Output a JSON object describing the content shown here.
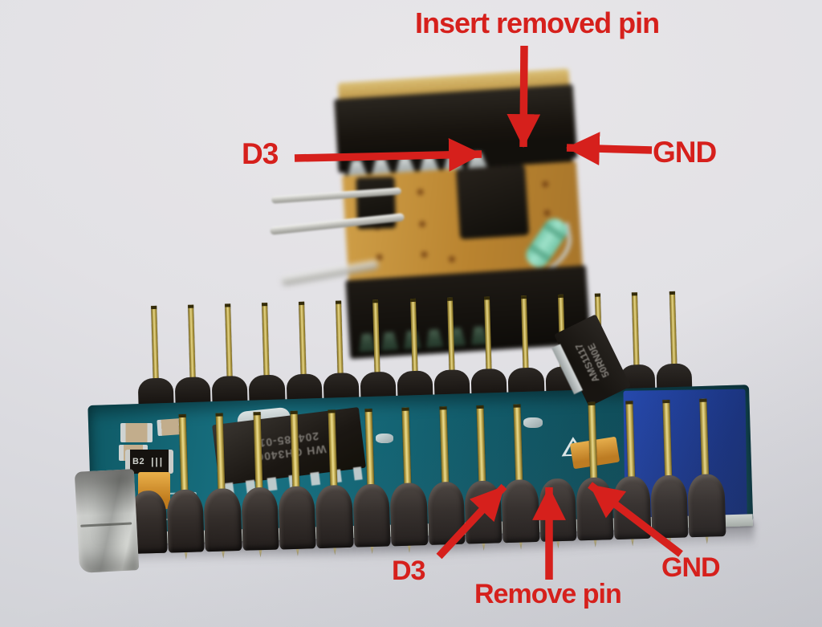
{
  "annotations": {
    "color": "#d6201c",
    "insert_removed_pin": "Insert removed pin",
    "d3_top": "D3",
    "gnd_top": "GND",
    "d3_bottom": "D3",
    "remove_pin": "Remove pin",
    "gnd_bottom": "GND"
  },
  "board_markings": {
    "usb_ic_logo": "WH",
    "usb_ic_model": "CH340G",
    "usb_ic_code": "204685-01",
    "regulator_model": "AMS1117",
    "regulator_code": "50RN0E",
    "diode_label": "B2",
    "diode_stripes": "|||"
  },
  "pins": {
    "back_row": {
      "count": 15,
      "missing": []
    },
    "front_row": {
      "count": 16,
      "missing": [
        0,
        11
      ]
    },
    "bottom_tips": {
      "count": 16,
      "missing": [
        0
      ]
    },
    "socket_slots_top": {
      "count": 6,
      "missing": []
    },
    "socket_slots_bottom": {
      "count": 6,
      "missing": []
    }
  },
  "palette": {
    "background": "#e2e1e5",
    "pcb_teal": "#13626f",
    "pcb_blue": "#1c3f9c",
    "pin_gold": "#c9b05a",
    "header_black": "#17130f",
    "perfboard_tan": "#bf8f3a",
    "resistor_mint": "#8fdcc2"
  }
}
